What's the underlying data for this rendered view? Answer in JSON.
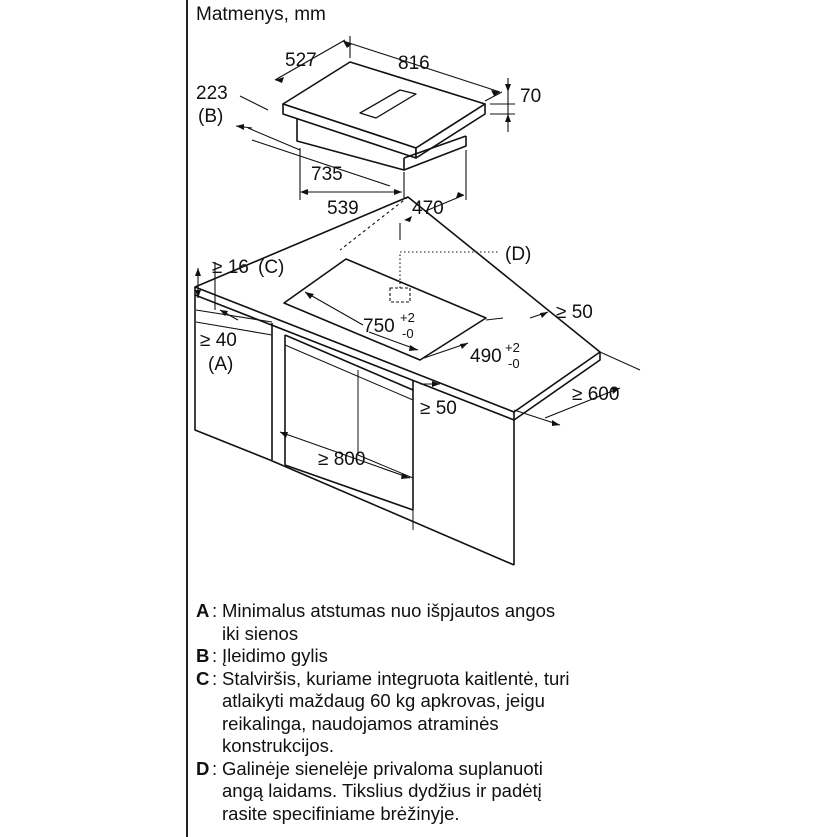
{
  "title": "Matmenys, mm",
  "top_view": {
    "width": "816",
    "depth": "527",
    "height": "70",
    "body_depth": "223",
    "body_depth_key": "(B)",
    "body_width": "735",
    "cut_width": "539",
    "cut_depth": "470"
  },
  "install_view": {
    "wall_gap": "≥ 16",
    "wall_gap_key": "(C)",
    "front_gap": "≥ 40",
    "front_gap_key": "(A)",
    "cable_key": "(D)",
    "cutout_width": "750",
    "cutout_width_tol_up": "+2",
    "cutout_width_tol_down": "-0",
    "cutout_depth": "490",
    "cutout_depth_tol_up": "+2",
    "cutout_depth_tol_down": "-0",
    "side_gap": "≥ 50",
    "counter_depth": "≥ 600",
    "below_gap": "≥ 50",
    "cabinet_width": "≥ 800"
  },
  "legend": [
    {
      "key": "A",
      "text": "Minimalus atstumas nuo išpjautos angos\niki sienos"
    },
    {
      "key": "B",
      "text": "Įleidimo gylis"
    },
    {
      "key": "C",
      "text": "Stalviršis, kuriame integruota kaitlentė, turi\natlaikyti maždaug 60 kg apkrovas, jeigu\nreikalinga, naudojamos atraminės\nkonstrukcijos."
    },
    {
      "key": "D",
      "text": "Galinėje sienelėje privaloma suplanuoti\nangą laidams. Tikslius dydžius ir padėtį\nrasite specifiniame brėžinyje."
    }
  ]
}
